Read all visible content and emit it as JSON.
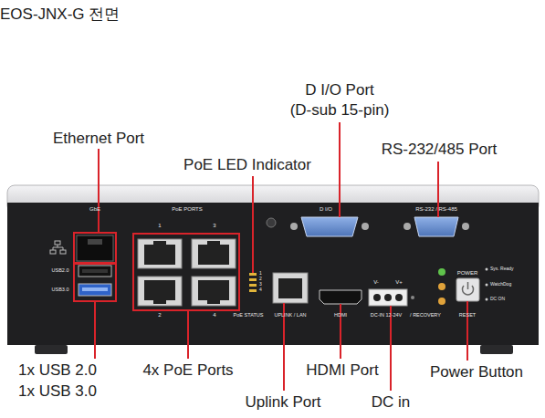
{
  "diagram": {
    "title": "EOS-JNX-G 전면",
    "labels": [
      "Ethernet Port",
      "PoE LED Indicator",
      "D I/O Port",
      "(D-sub 15-pin)",
      "RS-232/485 Port",
      "1x USB 2.0",
      "1x USB 3.0",
      "4x PoE Ports",
      "HDMI Port",
      "Power Button",
      "Uplink Port",
      "DC in",
      "GbE",
      "PoE PORTS",
      "1",
      "3",
      "2",
      "4",
      "USB2.0",
      "USB3.0",
      "1",
      "2",
      "3",
      "4",
      "PoE STATUS",
      "UPLINK / LAN",
      "D I/O",
      "RS-232 / RS-485",
      "HDMI",
      "V-",
      "V+",
      "DC-IN 12-24V",
      "/ RECOVERY",
      "POWER",
      "RESET",
      "Sys. Ready",
      "WatchDog",
      "DC ON"
    ]
  }
}
